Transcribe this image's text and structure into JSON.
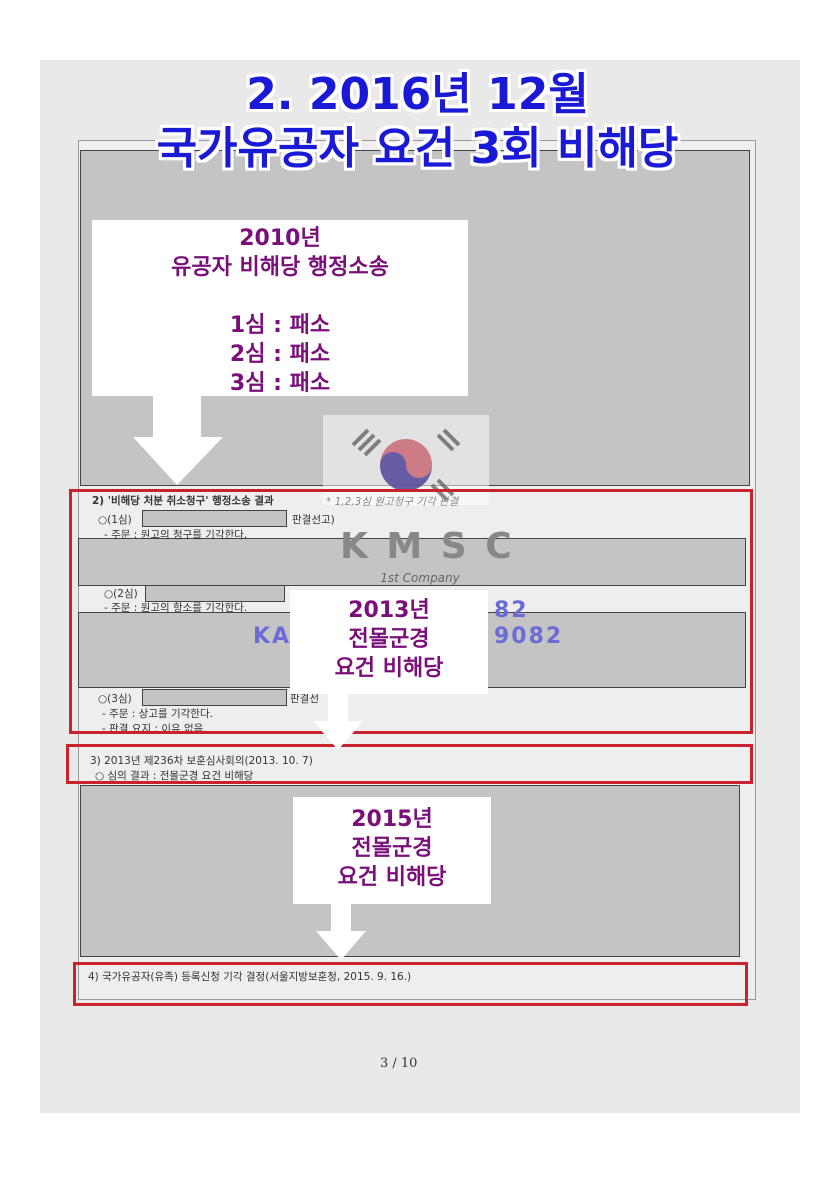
{
  "title": {
    "line1": "2. 2016년 12월",
    "line2": "국가유공자 요건 3회 비해당"
  },
  "callouts": {
    "c2010": {
      "line1": "2010년",
      "line2": "유공자 비해당 행정소송",
      "line3": "1심 : 패소",
      "line4": "2심 : 패소",
      "line5": "3심 : 패소"
    },
    "c2013": {
      "line1": "2013년",
      "line2": "전몰군경",
      "line3": "요건 비해당"
    },
    "c2015": {
      "line1": "2015년",
      "line2": "전몰군경",
      "line3": "요건 비해당"
    }
  },
  "document": {
    "s2_heading": "2)  '비해당 처분 취소청구' 행정소송 결과",
    "s2_note": "* 1,2,3심 원고청구 기각 판결",
    "trial1_label": "○(1심)",
    "trial1_suffix": "판결선고)",
    "trial1_order": "- 주문 : 원고의 청구를 기각한다.",
    "trial2_label": "○(2심)",
    "trial2_order": "- 주문 : 원고의 항소를 기각한다.",
    "trial3_label": "○(3심)",
    "trial3_suffix": "판결선",
    "trial3_order": "- 주문 : 상고를 기각한다.",
    "trial3_reason": "- 판결 요지 : 이유 없음.",
    "s3_heading": "3) 2013년 제236차 보훈심사회의(2013. 10. 7)",
    "s3_result": "○ 심의 결과 : 전몰군경 요건 비해당",
    "s4_heading": "4) 국가유공자(유족) 등록신청 기각 결정(서울지방보훈청, 2015. 9. 16.)",
    "page_number": "3  /  10"
  },
  "watermark": {
    "logo_text": "K M S C",
    "logo_sub": "1st Company",
    "line1_right": "82",
    "line2_left": "KA",
    "line2_right": "9082"
  },
  "colors": {
    "title": "#1a1ad6",
    "callout_text": "#7a0f7a",
    "highlight_box": "#c8232c"
  }
}
